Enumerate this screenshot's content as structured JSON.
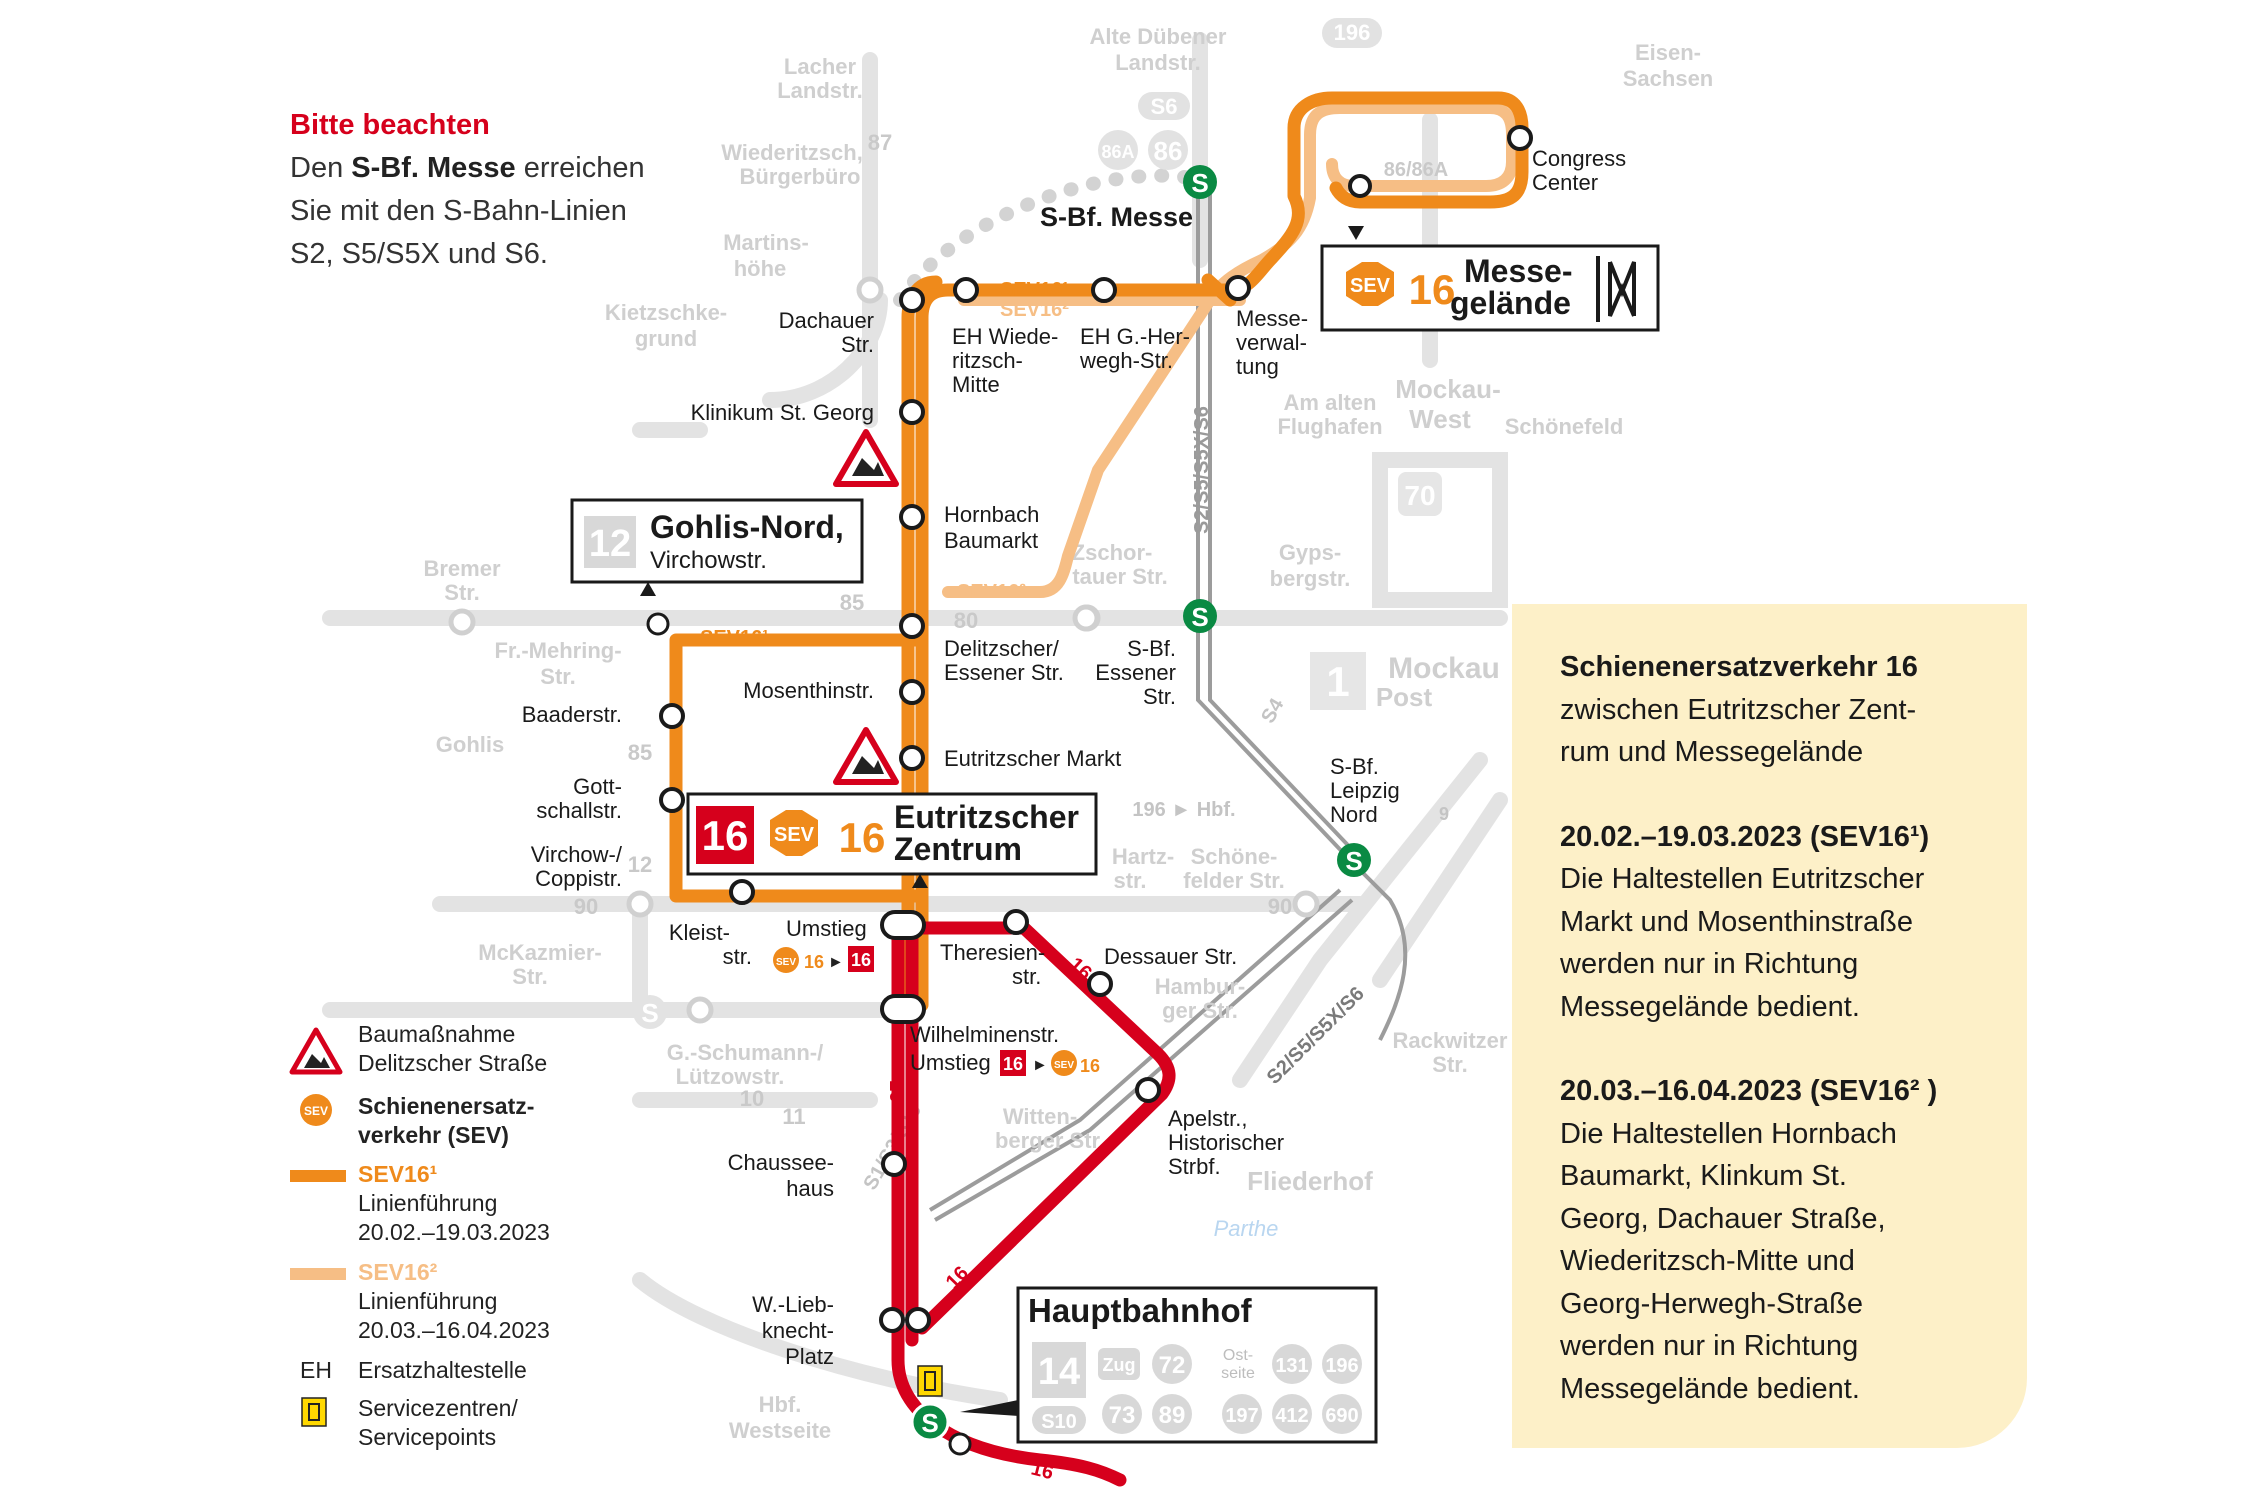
{
  "notice": {
    "heading": "Bitte beachten",
    "line1_pre": "Den ",
    "line1_bold": "S-Bf. Messe",
    "line1_post": " erreichen",
    "line2": "Sie mit den S-Bahn-Linien",
    "line3": "S2, S5/S5X und S6."
  },
  "info": {
    "title": "Schienenersatzverkehr 16",
    "intro1": "zwischen Eutritzscher Zent-",
    "intro2": "rum und Messegelände",
    "period1_title": "20.02.–19.03.2023 (SEV16¹)",
    "period1_lines": [
      "Die Haltestellen Eutritzscher",
      "Markt und Mosenthinstraße",
      "werden nur in Richtung",
      "Messegelände bedient."
    ],
    "period2_title": "20.03.–16.04.2023 (SEV16² )",
    "period2_lines": [
      "Die Haltestellen Hornbach",
      "Baumarkt, Klinkum St.",
      "Georg, Dachauer Straße,",
      "Wiederitzsch-Mitte und",
      "Georg-Herwegh-Straße",
      "werden nur in Richtung",
      "Messegelände bedient."
    ]
  },
  "legend": {
    "construction": [
      "Baumaßnahme",
      "Delitzscher Straße"
    ],
    "sev": [
      "Schienenersatz-",
      "verkehr (SEV)"
    ],
    "sev1_title": "SEV16¹",
    "sev1_lines": [
      "Linienführung",
      "20.02.–19.03.2023"
    ],
    "sev2_title": "SEV16²",
    "sev2_lines": [
      "Linienführung",
      "20.03.–16.04.2023"
    ],
    "eh_abbr": "EH",
    "eh_text": "Ersatzhaltestelle",
    "service": [
      "Servicezentren/",
      "Servicepoints"
    ]
  },
  "boxes": {
    "messe_sev": "SEV",
    "messe_line": "16",
    "messe_name": [
      "Messe-",
      "gelände"
    ],
    "gohlis_num": "12",
    "gohlis_name": "Gohlis-Nord,",
    "gohlis_sub": "Virchowstr.",
    "eutr_tram": "16",
    "eutr_sev": "SEV",
    "eutr_line": "16",
    "eutr_name": [
      "Eutritzscher",
      "Zentrum"
    ],
    "hbf_name": "Hauptbahnhof",
    "hbf_lines": [
      "14",
      "Zug",
      "72",
      "Ost-",
      "seite",
      "131",
      "196",
      "S10",
      "73",
      "89",
      "197",
      "412",
      "690"
    ]
  },
  "stops": {
    "congress": [
      "Congress",
      "Center"
    ],
    "sbf_messe": "S-Bf. Messe",
    "messeverwaltung": [
      "Messe-",
      "verwal-",
      "tung"
    ],
    "dachauer": [
      "Dachauer",
      "Str."
    ],
    "wiederitzsch": [
      "EH Wiede-",
      "ritzsch-",
      "Mitte"
    ],
    "herwegh": [
      "EH G.-Her-",
      "wegh-Str."
    ],
    "klinikum": "Klinikum St. Georg",
    "hornbach": [
      "Hornbach",
      "Baumarkt"
    ],
    "delitzscher": [
      "Delitzscher/",
      "Essener Str."
    ],
    "mosenthin": "Mosenthinstr.",
    "eutr_markt": "Eutritzscher Markt",
    "baader": "Baaderstr.",
    "gottschall": [
      "Gott-",
      "schallstr."
    ],
    "virchow": [
      "Virchow-/",
      "Coppistr."
    ],
    "kleist": [
      "Kleist-",
      "str."
    ],
    "umstieg1": "Umstieg",
    "theresien": [
      "Theresien-",
      "str."
    ],
    "dessauer": "Dessauer Str.",
    "wilhelminen": "Wilhelminenstr.",
    "umstieg2": "Umstieg",
    "chaussee": [
      "Chaussee-",
      "haus"
    ],
    "apel": [
      "Apelstr.,",
      "Historischer",
      "Strbf."
    ],
    "liebknecht": [
      "W.-Lieb-",
      "knecht-",
      "Platz"
    ],
    "sbf_essener": [
      "S-Bf.",
      "Essener",
      "Str."
    ],
    "sbf_nord": [
      "S-Bf.",
      "Leipzig",
      "Nord"
    ]
  },
  "route_labels": {
    "sev1_top": "SEV16¹",
    "sev2_top": "SEV16²",
    "sev2_mid": "SEV16²",
    "sev1_mid": "SEV16¹"
  },
  "faded": {
    "top": [
      "Alte Dübener",
      "Landstr.",
      "Lacher",
      "Landstr.",
      "Wiederitzsch,",
      "Bürgerbüro",
      "Martins-",
      "höhe",
      "Kietzschke-",
      "grund",
      "Am alten",
      "Flughafen",
      "Mockau-",
      "West",
      "Schönefeld",
      "Zschor-",
      "tauer Str.",
      "Gyps-",
      "bergstr.",
      "Bremer",
      "Str.",
      "Fr.-Mehring-",
      "Str.",
      "Gohlis",
      "Hartz-",
      "str.",
      "Schöne-",
      "felder Str.",
      "Mockau",
      "Post",
      "McKazmier-",
      "Str.",
      "G.-Schumann-/",
      "Lützowstr.",
      "Witten-",
      "berger Str.",
      "Hambur-",
      "ger Str.",
      "Fliederhof",
      "Parthe",
      "Hbf.",
      "Westseite",
      "Rackwitzer",
      "Str.",
      "Eisen-",
      "Sachsen"
    ],
    "line_nums": [
      "S6",
      "86A",
      "86",
      "196",
      "86/86A",
      "85",
      "80",
      "90",
      "90",
      "10",
      "11",
      "12",
      "85",
      "87",
      "70",
      "1",
      "S2/S5/S5X/S6",
      "S1/S3/S10",
      "S2/S5/S5X/S6",
      "S4",
      "196 ► Hbf.",
      "9",
      "16",
      "16",
      "16",
      "16"
    ]
  },
  "umstieg_tags": {
    "sev": "SEV",
    "line": "16"
  },
  "colors": {
    "red": "#d6001c",
    "orange": "#ef8a1b",
    "lightorange": "#f6be85",
    "grey": "#d2d2d2",
    "infobg": "#fdf0c8",
    "sbahn": "#0a8a43",
    "service": "#ffd800"
  }
}
